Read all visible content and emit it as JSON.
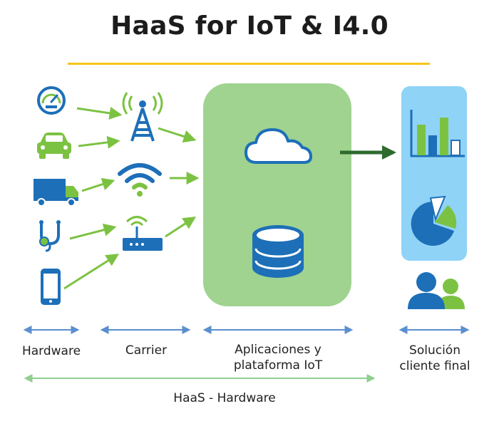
{
  "title": "HaaS for IoT & I4.0",
  "colors": {
    "accent_yellow": "#f5c518",
    "iot_blue": "#1d6fb8",
    "iot_green": "#7cc242",
    "platform_green": "#9fd38f",
    "solution_blue": "#8fd3f7",
    "arrow_green": "#7cc242",
    "arrow_dark": "#2e6b2f",
    "bracket_blue": "#5b8fcf",
    "bracket_green": "#8fce8f"
  },
  "devices": [
    {
      "icon": "speedometer-icon"
    },
    {
      "icon": "car-icon"
    },
    {
      "icon": "truck-icon"
    },
    {
      "icon": "stethoscope-icon"
    },
    {
      "icon": "smartphone-icon"
    }
  ],
  "carriers": [
    {
      "icon": "cell-tower-icon"
    },
    {
      "icon": "wifi-icon"
    },
    {
      "icon": "router-icon"
    }
  ],
  "platform": {
    "icons": [
      "cloud-icon",
      "database-icon"
    ]
  },
  "solution": {
    "icons": [
      "bar-chart-icon",
      "pie-chart-icon",
      "users-icon"
    ]
  },
  "labels": {
    "hardware": "Hardware",
    "carrier": "Carrier",
    "platform_line1": "Aplicaciones y",
    "platform_line2": "plataforma IoT",
    "solution_line1": "Solución",
    "solution_line2": "cliente final",
    "haas": "HaaS - Hardware"
  }
}
